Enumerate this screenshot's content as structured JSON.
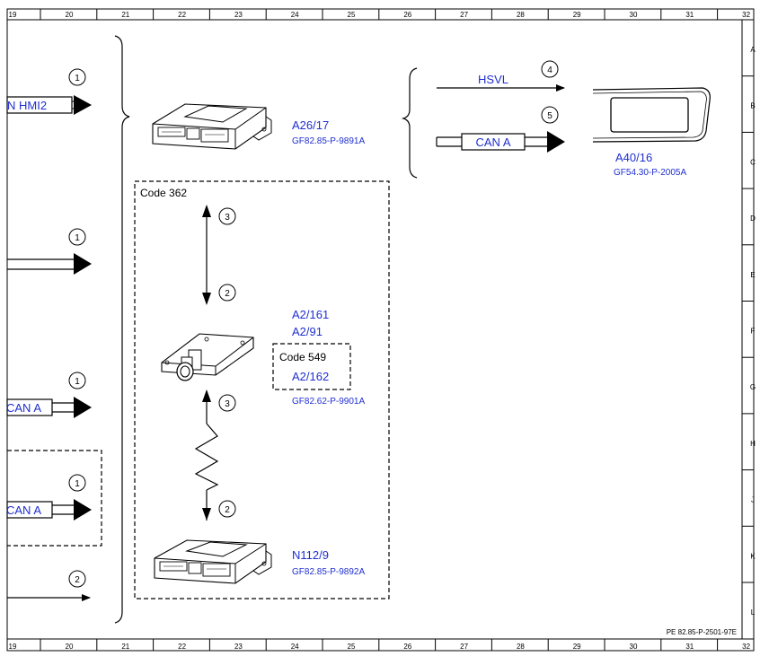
{
  "frame": {
    "col_labels": [
      "19",
      "20",
      "21",
      "22",
      "23",
      "24",
      "25",
      "26",
      "27",
      "28",
      "29",
      "30",
      "31",
      "32"
    ],
    "row_labels": [
      "A",
      "B",
      "C",
      "D",
      "E",
      "F",
      "G",
      "H",
      "J",
      "K",
      "L"
    ],
    "doc_ref": "PE 82.85-P-2501-97E"
  },
  "left_column": {
    "lines": [
      {
        "label": "N HMI2",
        "marker": "1"
      },
      {
        "label": "",
        "marker": "1"
      },
      {
        "label": "CAN A",
        "marker": "1"
      },
      {
        "label": "CAN A",
        "marker": "1"
      },
      {
        "label": "",
        "marker": "2"
      }
    ]
  },
  "components": {
    "a26_17": {
      "id": "A26/17",
      "ref": "GF82.85-P-9891A"
    },
    "a40_16": {
      "id": "A40/16",
      "ref": "GF54.30-P-2005A"
    },
    "a2_161": {
      "id": "A2/161"
    },
    "a2_91": {
      "id": "A2/91"
    },
    "a2_162": {
      "id": "A2/162"
    },
    "a2_ref": "GF82.62-P-9901A",
    "n112_9": {
      "id": "N112/9",
      "ref": "GF82.85-P-9892A"
    }
  },
  "connections": {
    "hsvl": {
      "label": "HSVL",
      "marker": "4"
    },
    "can_a_top": {
      "label": "CAN A",
      "marker": "5"
    },
    "upper_link": {
      "top_marker": "3",
      "bottom_marker": "2"
    },
    "lower_link": {
      "top_marker": "3",
      "bottom_marker": "2"
    }
  },
  "code_boxes": {
    "code_362": "Code 362",
    "code_549": "Code 549"
  }
}
